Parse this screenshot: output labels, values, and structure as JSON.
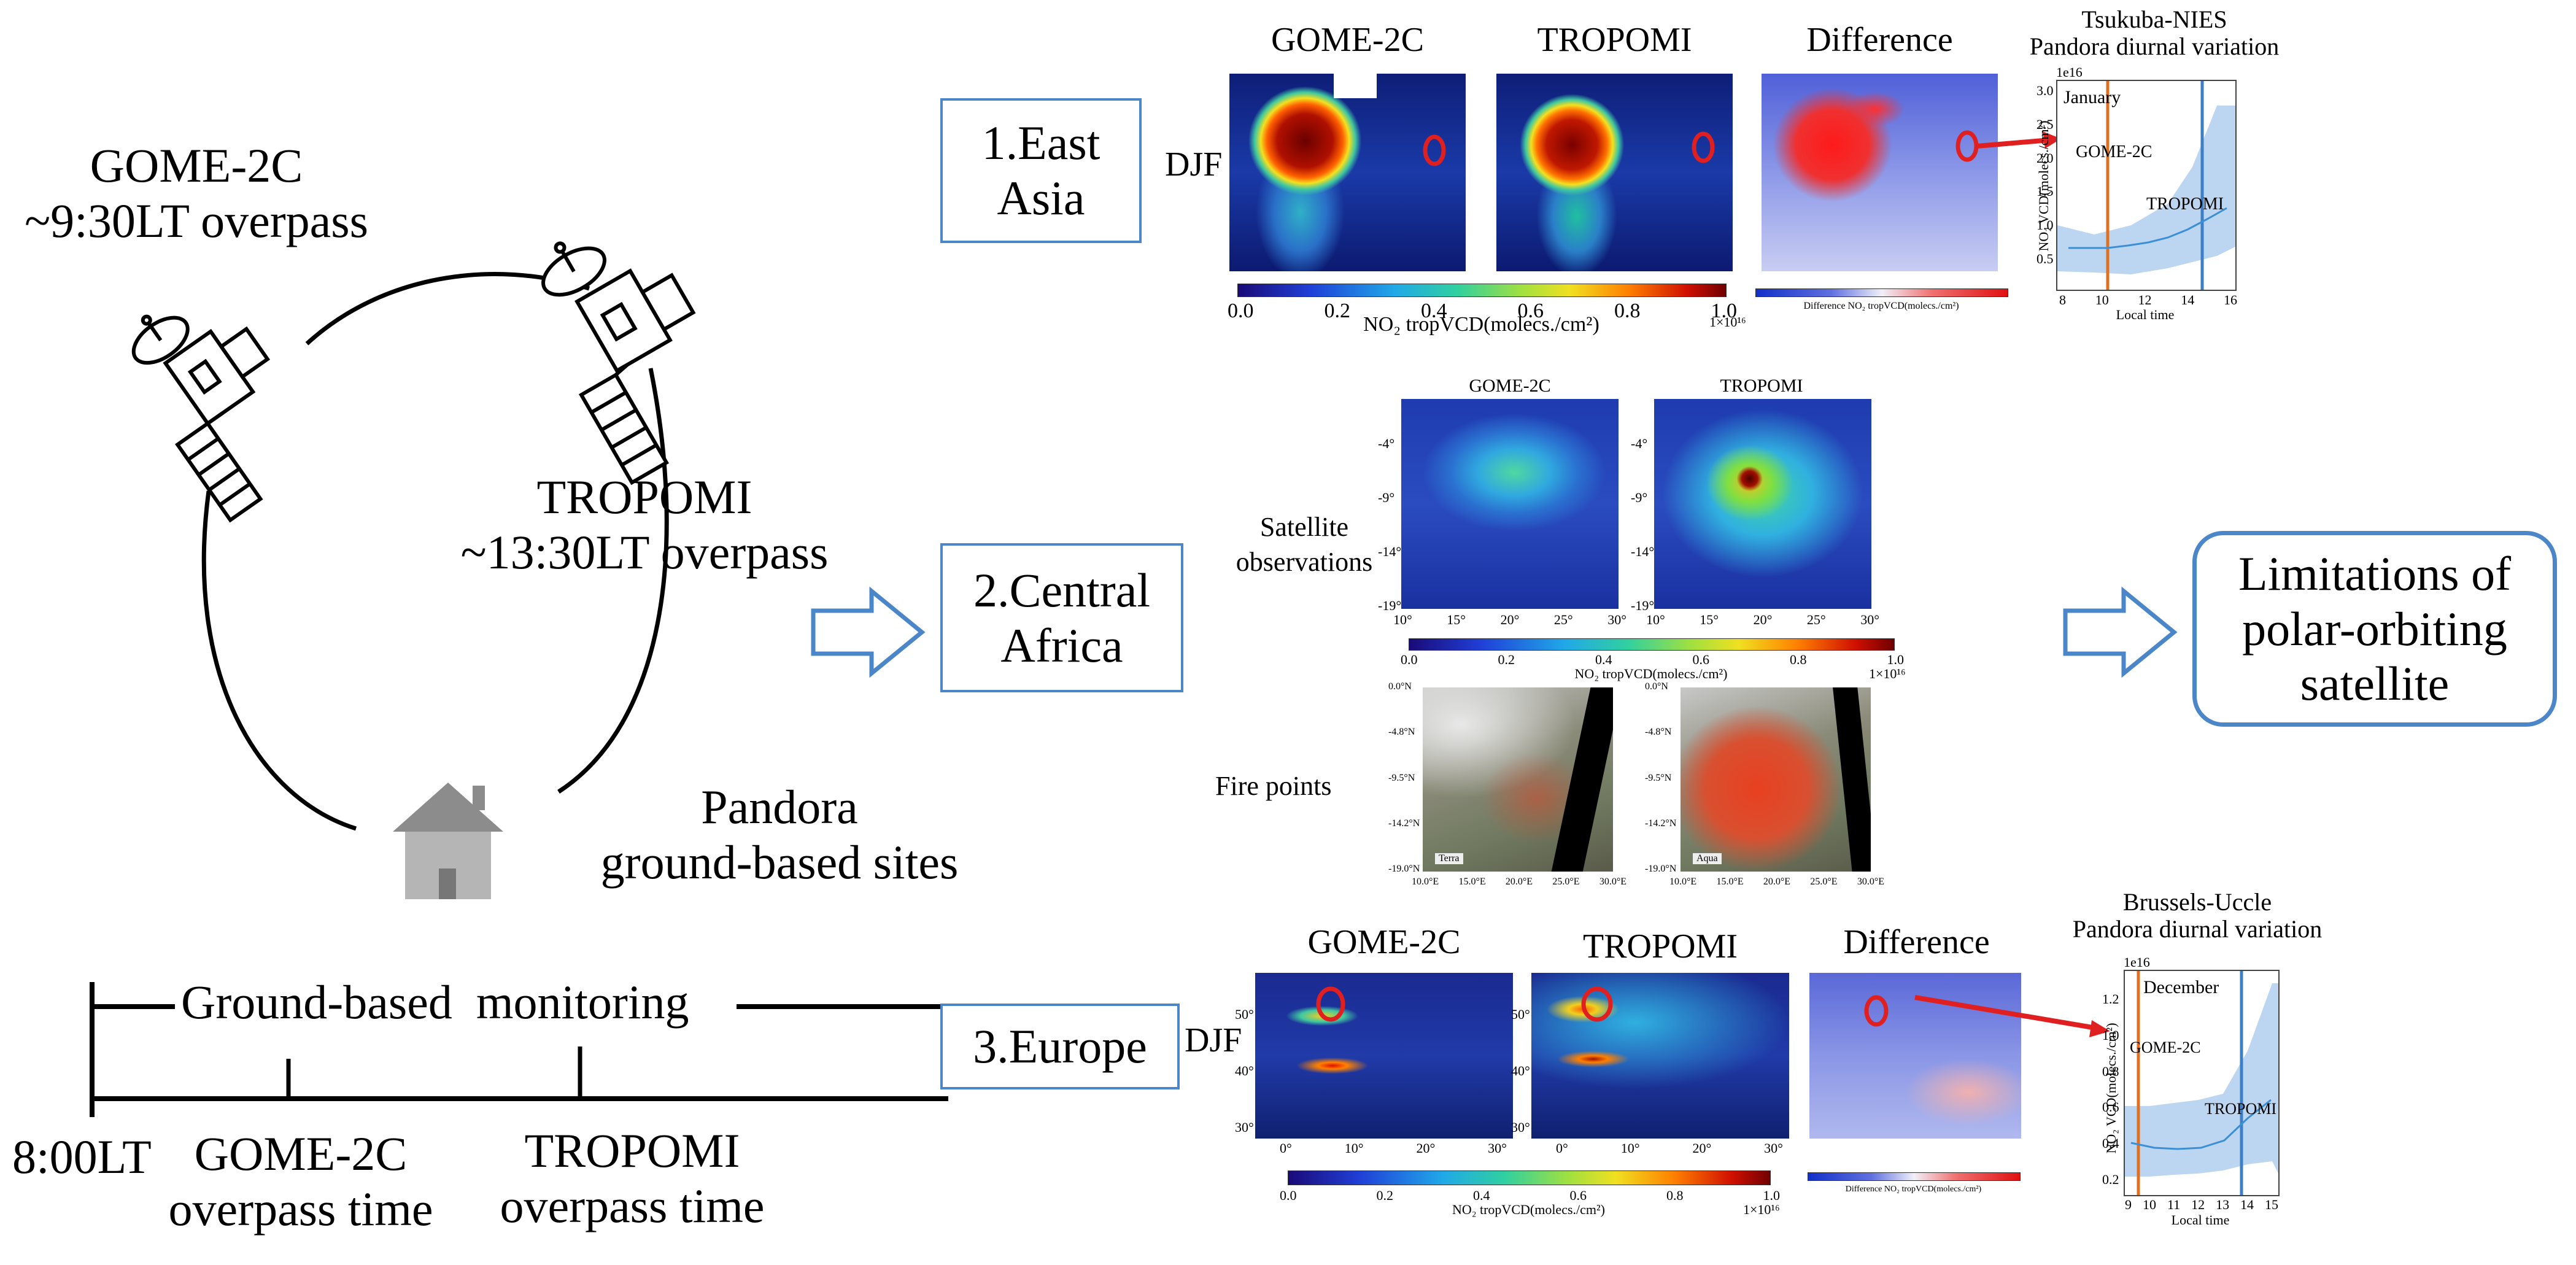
{
  "left_panel": {
    "gome_label_line1": "GOME-2C",
    "gome_label_line2": "~9:30LT overpass",
    "tropomi_label_line1": "TROPOMI",
    "tropomi_label_line2": "~13:30LT overpass",
    "pandora_line1": "Pandora",
    "pandora_line2": "ground-based sites"
  },
  "timeline": {
    "title": "Ground-based  monitoring",
    "start": "8:00LT",
    "gome_line1": "GOME-2C",
    "gome_line2": "overpass time",
    "tropomi_line1": "TROPOMI",
    "tropomi_line2": "overpass time"
  },
  "regions": {
    "east_asia_line1": "1.East",
    "east_asia_line2": "Asia",
    "central_africa_line1": "2.Central",
    "central_africa_line2": "Africa",
    "europe": "3.Europe"
  },
  "conclusion": {
    "line1": "Limitations of",
    "line2": "polar-orbiting",
    "line3": "satellite"
  },
  "east_asia": {
    "season": "DJF",
    "col1": "GOME-2C",
    "col2": "TROPOMI",
    "col3": "Difference",
    "station_line1": "Tsukuba-NIES",
    "station_line2": "Pandora diurnal variation",
    "cbar_label": "NO₂ tropVCD(molecs./cm²)",
    "cbar_ticks": [
      "0.0",
      "0.2",
      "0.4",
      "0.6",
      "0.8",
      "1.0"
    ],
    "cbar_exp": "1×10¹⁶",
    "diff_cbar_label": "Difference NO₂ tropVCD(molecs./cm²)",
    "plot": {
      "month": "January",
      "scale": "1e16",
      "ylabel": "NO₂ VCD(molecs./cm²)",
      "xlabel": "Local time",
      "yticks": [
        "0.5",
        "1.0",
        "1.5",
        "2.0",
        "2.5",
        "3.0"
      ],
      "xticks": [
        "8",
        "10",
        "12",
        "14",
        "16"
      ],
      "gome_tag": "GOME-2C",
      "tropomi_tag": "TROPOMI"
    }
  },
  "central_africa": {
    "col1": "GOME-2C",
    "col2": "TROPOMI",
    "row1": "Satellite",
    "row1b": "observations",
    "row2": "Fire points",
    "lat_ticks": [
      "-4°",
      "-9°",
      "-14°",
      "-19°"
    ],
    "lon_ticks": [
      "10°",
      "15°",
      "20°",
      "25°",
      "30°"
    ],
    "cbar_ticks": [
      "0.0",
      "0.2",
      "0.4",
      "0.6",
      "0.8",
      "1.0"
    ],
    "cbar_label": "NO₂ tropVCD(molecs./cm²)",
    "cbar_exp": "1×10¹⁶",
    "fire_lat_ticks": [
      "0.0°N",
      "-4.8°N",
      "-9.5°N",
      "-14.2°N",
      "-19.0°N"
    ],
    "fire_lon_ticks": [
      "10.0°E",
      "15.0°E",
      "20.0°E",
      "25.0°E",
      "30.0°E"
    ],
    "terra": "Terra",
    "aqua": "Aqua"
  },
  "europe": {
    "season": "DJF",
    "col1": "GOME-2C",
    "col2": "TROPOMI",
    "col3": "Difference",
    "station_line1": "Brussels-Uccle",
    "station_line2": "Pandora diurnal variation",
    "lat_ticks": [
      "50°",
      "40°",
      "30°"
    ],
    "lon_ticks": [
      "0°",
      "10°",
      "20°",
      "30°"
    ],
    "cbar_label": "NO₂ tropVCD(molecs./cm²)",
    "cbar_ticks": [
      "0.0",
      "0.2",
      "0.4",
      "0.6",
      "0.8",
      "1.0"
    ],
    "cbar_exp": "1×10¹⁶",
    "diff_cbar_label": "Difference NO₂ tropVCD(molecs./cm²)",
    "plot": {
      "month": "December",
      "scale": "1e16",
      "ylabel": "NO₂ VCD(molecs./cm²)",
      "xlabel": "Local time",
      "yticks": [
        "0.2",
        "0.4",
        "0.6",
        "0.8",
        "1.0",
        "1.2"
      ],
      "xticks": [
        "9",
        "10",
        "11",
        "12",
        "13",
        "14",
        "15"
      ],
      "gome_tag": "GOME-2C",
      "tropomi_tag": "TROPOMI"
    }
  },
  "colors": {
    "box_border": "#4a86c8",
    "gome_line": "#e07020",
    "tropomi_line": "#3c7fc4",
    "arrow_red": "#e02020",
    "map_blue": "#1a3aa8"
  }
}
